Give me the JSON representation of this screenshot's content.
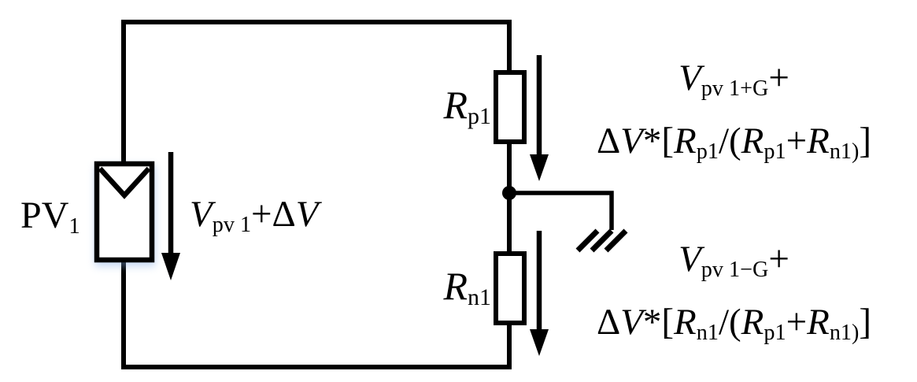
{
  "colors": {
    "background": "#ffffff",
    "ink": "#000000"
  },
  "diagram": {
    "pv": {
      "label_parts": [
        {
          "t": "PV",
          "s": "n"
        },
        {
          "t": "1",
          "s": "sub"
        }
      ]
    },
    "pv_voltage": {
      "parts": [
        {
          "t": "V",
          "s": "i"
        },
        {
          "t": "pv 1",
          "s": "sub"
        },
        {
          "t": "+Δ",
          "s": "n"
        },
        {
          "t": "V",
          "s": "i"
        }
      ]
    },
    "resistor_top": {
      "label_parts": [
        {
          "t": "R",
          "s": "i"
        },
        {
          "t": "p1",
          "s": "sub"
        }
      ]
    },
    "resistor_bottom": {
      "label_parts": [
        {
          "t": "R",
          "s": "i"
        },
        {
          "t": "n1",
          "s": "sub"
        }
      ]
    },
    "top_branch_voltage": {
      "line1": [
        {
          "t": "V",
          "s": "i"
        },
        {
          "t": "pv 1+G",
          "s": "sub"
        },
        {
          "t": "+",
          "s": "n"
        }
      ],
      "line2": [
        {
          "t": "Δ",
          "s": "n"
        },
        {
          "t": "V",
          "s": "i"
        },
        {
          "t": "*[",
          "s": "n"
        },
        {
          "t": "R",
          "s": "i"
        },
        {
          "t": "p1",
          "s": "sub"
        },
        {
          "t": "/(",
          "s": "n"
        },
        {
          "t": "R",
          "s": "i"
        },
        {
          "t": "p1",
          "s": "sub"
        },
        {
          "t": "+",
          "s": "n"
        },
        {
          "t": "R",
          "s": "i"
        },
        {
          "t": "n1)",
          "s": "sub"
        },
        {
          "t": "]",
          "s": "n"
        }
      ]
    },
    "bottom_branch_voltage": {
      "line1": [
        {
          "t": "V",
          "s": "i"
        },
        {
          "t": "pv 1−G",
          "s": "sub"
        },
        {
          "t": "+",
          "s": "n"
        }
      ],
      "line2": [
        {
          "t": "Δ",
          "s": "n"
        },
        {
          "t": "V",
          "s": "i"
        },
        {
          "t": "*[",
          "s": "n"
        },
        {
          "t": "R",
          "s": "i"
        },
        {
          "t": "n1",
          "s": "sub"
        },
        {
          "t": "/(",
          "s": "n"
        },
        {
          "t": "R",
          "s": "i"
        },
        {
          "t": "p1",
          "s": "sub"
        },
        {
          "t": "+",
          "s": "n"
        },
        {
          "t": "R",
          "s": "i"
        },
        {
          "t": "n1)",
          "s": "sub"
        },
        {
          "t": "]",
          "s": "n"
        }
      ]
    }
  }
}
